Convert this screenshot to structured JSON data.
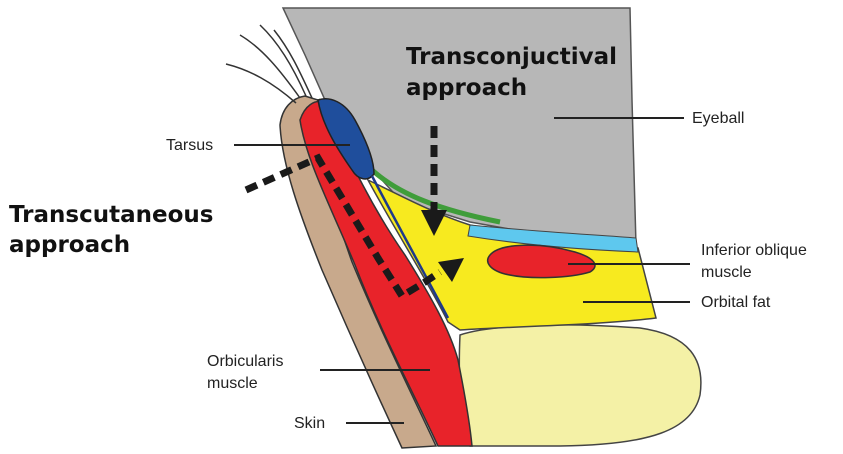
{
  "labels": {
    "eyeball": "Eyeball",
    "tarsus": "Tarsus",
    "inferior_oblique_line1": "Inferior oblique",
    "inferior_oblique_line2": "muscle",
    "orbital_fat": "Orbital fat",
    "orbicularis_line1": "Orbicularis",
    "orbicularis_line2": "muscle",
    "skin": "Skin"
  },
  "approaches": {
    "transconjunctival_line1": "Transconjuctival",
    "transconjunctival_line2": "approach",
    "transcutaneous_line1": "Transcutaneous",
    "transcutaneous_line2": "approach"
  },
  "colors": {
    "eyeball": "#b7b7b7",
    "skin": "#c8a98c",
    "orbicularis": "#e8232a",
    "tarsus": "#1f4e9c",
    "orbital_fat": "#f7ea1f",
    "bone": "#f4f1a6",
    "conjunctiva": "#3f9d3a",
    "septum_blue": "#5ec8ee",
    "outline": "#222222"
  }
}
